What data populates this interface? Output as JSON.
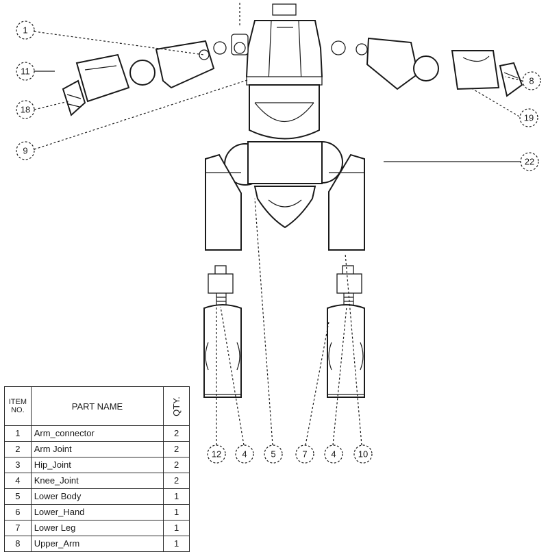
{
  "balloons": [
    {
      "id": "b1",
      "label": "1"
    },
    {
      "id": "b11",
      "label": "11"
    },
    {
      "id": "b18",
      "label": "18"
    },
    {
      "id": "b9",
      "label": "9"
    },
    {
      "id": "b8",
      "label": "8"
    },
    {
      "id": "b19",
      "label": "19"
    },
    {
      "id": "b22",
      "label": "22"
    },
    {
      "id": "b12",
      "label": "12"
    },
    {
      "id": "b4a",
      "label": "4"
    },
    {
      "id": "b5",
      "label": "5"
    },
    {
      "id": "b7",
      "label": "7"
    },
    {
      "id": "b4b",
      "label": "4"
    },
    {
      "id": "b10",
      "label": "10"
    }
  ],
  "bom": {
    "headers": {
      "item": "ITEM NO.",
      "name": "PART NAME",
      "qty": "QTY."
    },
    "rows": [
      {
        "item": "1",
        "name": "Arm_connector",
        "qty": "2"
      },
      {
        "item": "2",
        "name": "Arm Joint",
        "qty": "2"
      },
      {
        "item": "3",
        "name": "Hip_Joint",
        "qty": "2"
      },
      {
        "item": "4",
        "name": "Knee_Joint",
        "qty": "2"
      },
      {
        "item": "5",
        "name": "Lower Body",
        "qty": "1"
      },
      {
        "item": "6",
        "name": "Lower_Hand",
        "qty": "1"
      },
      {
        "item": "7",
        "name": "Lower Leg",
        "qty": "1"
      },
      {
        "item": "8",
        "name": "Upper_Arm",
        "qty": "1"
      }
    ]
  }
}
